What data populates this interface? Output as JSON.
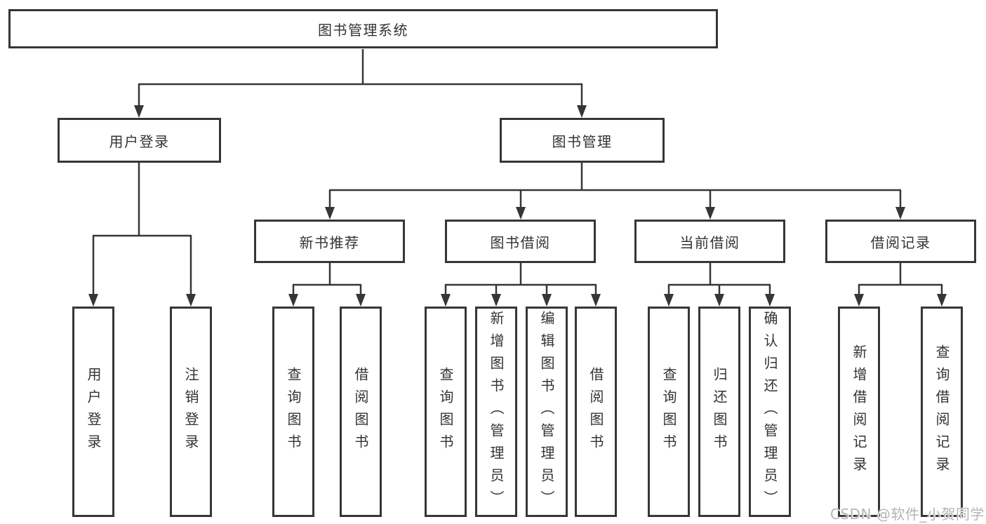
{
  "tree": {
    "label": "图书管理系统",
    "children": [
      {
        "label": "用户登录",
        "children": [
          {
            "label": "用户登录"
          },
          {
            "label": "注销登录"
          }
        ]
      },
      {
        "label": "图书管理",
        "children": [
          {
            "label": "新书推荐",
            "children": [
              {
                "label": "查询图书"
              },
              {
                "label": "借阅图书"
              }
            ]
          },
          {
            "label": "图书借阅",
            "children": [
              {
                "label": "查询图书"
              },
              {
                "label": "新增图书（管理员）"
              },
              {
                "label": "编辑图书（管理员）"
              },
              {
                "label": "借阅图书"
              }
            ]
          },
          {
            "label": "当前借阅",
            "children": [
              {
                "label": "查询图书"
              },
              {
                "label": "归还图书"
              },
              {
                "label": "确认归还（管理员）"
              }
            ]
          },
          {
            "label": "借阅记录",
            "children": [
              {
                "label": "新增借阅记录"
              },
              {
                "label": "查询借阅记录"
              }
            ]
          }
        ]
      }
    ]
  },
  "watermark": "CSDN @软件_小贺同学",
  "colors": {
    "stroke": "#363636",
    "node_text": "#333333",
    "watermark_text": "#b4b4b4"
  }
}
